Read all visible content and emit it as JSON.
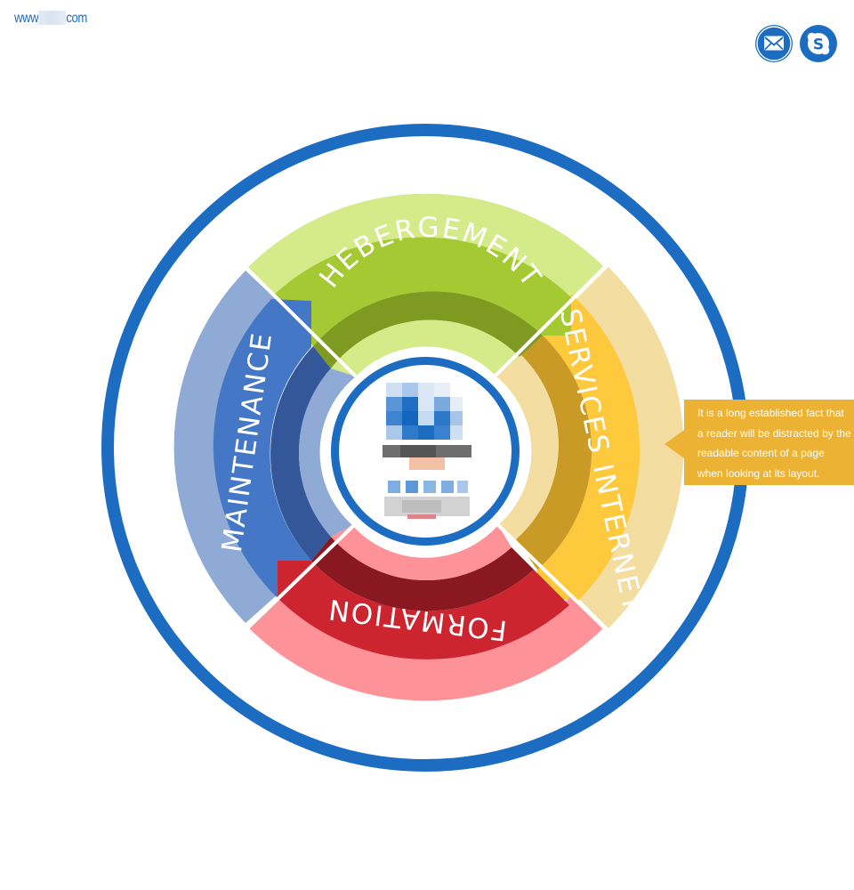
{
  "header": {
    "url_prefix": "www",
    "url_suffix": "com",
    "email_icon": "envelope-icon",
    "skype_icon": "skype-icon"
  },
  "segments": [
    {
      "id": "hebergement",
      "label": "HEBERGEMENT",
      "color": "#a5c933",
      "light": "#d5ea88",
      "dark": "#7e9a20"
    },
    {
      "id": "services-internet",
      "label": "SERVICES INTERNET",
      "color": "#fec93d",
      "light": "#f4dda0",
      "dark": "#c99a25"
    },
    {
      "id": "formation",
      "label": "FORMATION",
      "color": "#cd2530",
      "light": "#fd9398",
      "dark": "#8a1820"
    },
    {
      "id": "maintenance",
      "label": "MAINTENANCE",
      "color": "#4478c6",
      "light": "#8faad5",
      "dark": "#34579a"
    }
  ],
  "tooltip": {
    "lines": [
      "It is a long established fact that",
      "a reader will be distracted by the",
      " readable content of a page",
      "when looking at its layout."
    ]
  },
  "colors": {
    "outer_ring": "#1c6dc1",
    "tooltip_bg": "#ecb234"
  }
}
